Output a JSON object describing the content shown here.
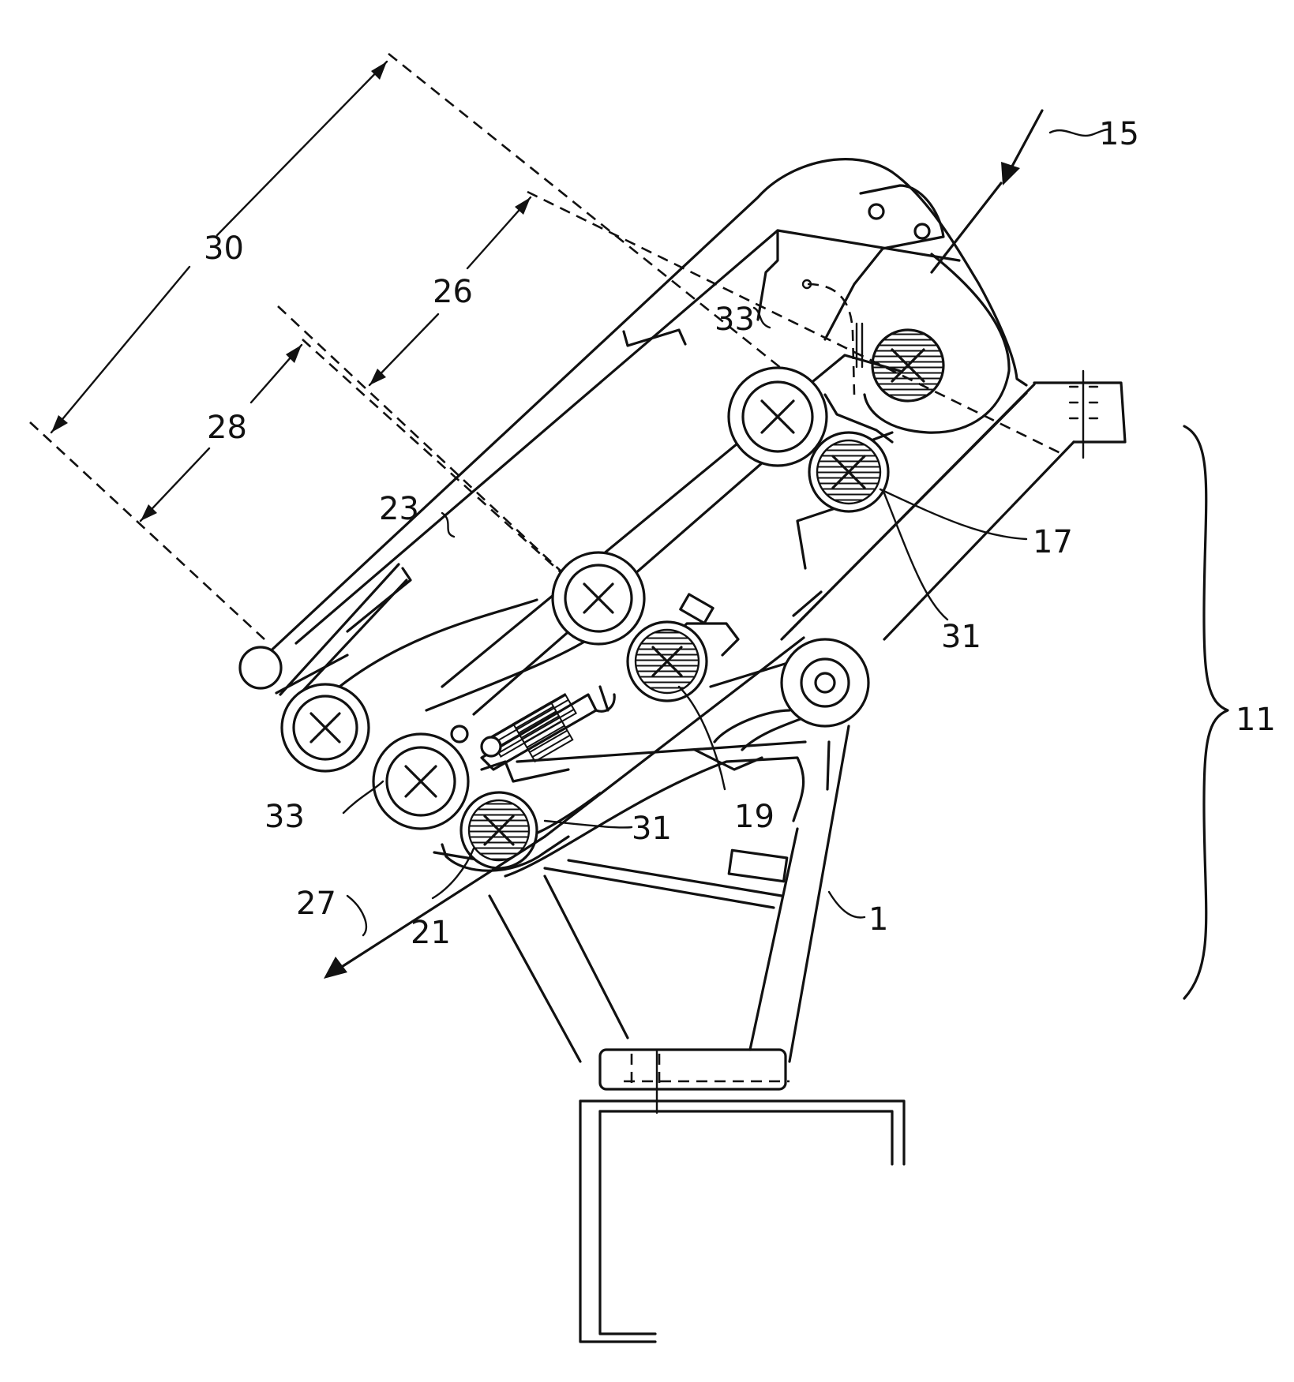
{
  "labels": {
    "ref_30": "30",
    "ref_26": "26",
    "ref_28": "28",
    "ref_23": "23",
    "ref_33_top": "33",
    "ref_33_bottom": "33",
    "ref_15": "15",
    "ref_17": "17",
    "ref_31_right": "31",
    "ref_31_bottom": "31",
    "ref_11": "11",
    "ref_19": "19",
    "ref_1": "1",
    "ref_21": "21",
    "ref_27": "27"
  }
}
